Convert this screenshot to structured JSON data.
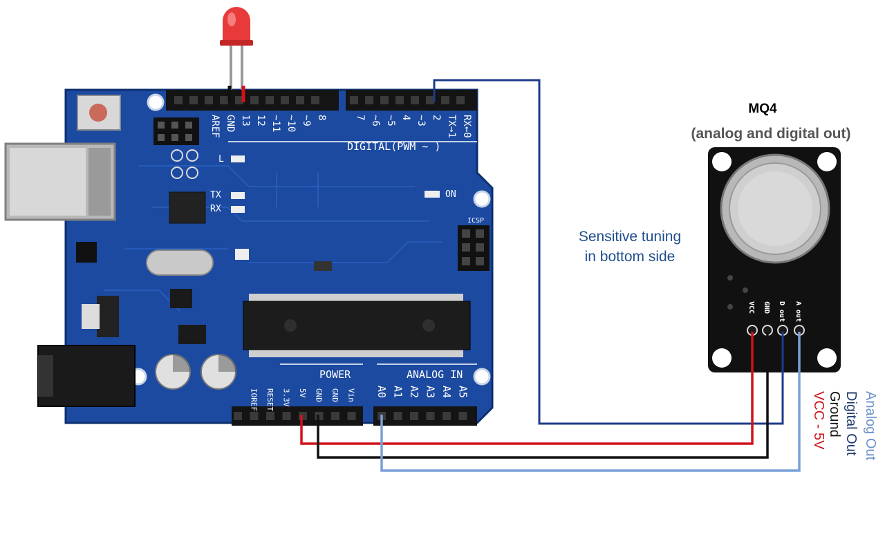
{
  "sensor": {
    "title": "MQ4",
    "subtitle": "(analog and digital out)",
    "pins": [
      "VCC",
      "GND",
      "D out",
      "A out"
    ]
  },
  "tuning_note": [
    "Sensitive tuning",
    "in bottom side"
  ],
  "wire_labels": [
    {
      "text": "Analog Out",
      "color": "#6d92c9"
    },
    {
      "text": "Digital Out",
      "color": "#1e3a6e"
    },
    {
      "text": "Ground",
      "color": "#111111"
    },
    {
      "text": "VCC - 5V",
      "color": "#d0121c"
    }
  ],
  "board": {
    "digital_header_label": "DIGITAL(PWM ~ )",
    "digital_pins": [
      "AREF",
      "GND",
      "13",
      "12",
      "~11",
      "~10",
      "~9",
      "8",
      "7",
      "~6",
      "~5",
      "4",
      "~3",
      "2",
      "TX→1",
      "RX←0"
    ],
    "power_label": "POWER",
    "power_pins": [
      "IOREF",
      "RESET",
      "3.3V",
      "5V",
      "GND",
      "GND",
      "Vin"
    ],
    "analog_label": "ANALOG IN",
    "analog_pins": [
      "A0",
      "A1",
      "A2",
      "A3",
      "A4",
      "A5"
    ],
    "led_labels": [
      "L",
      "TX",
      "RX",
      "ON"
    ],
    "icsp_label": "ICSP"
  },
  "colors": {
    "board": "#1c4aa0",
    "wire_red": "#d0121c",
    "wire_black": "#111111",
    "wire_blue_dark": "#1e3a8a",
    "wire_blue_light": "#7aa0d8",
    "note_text": "#1f4e8c"
  }
}
